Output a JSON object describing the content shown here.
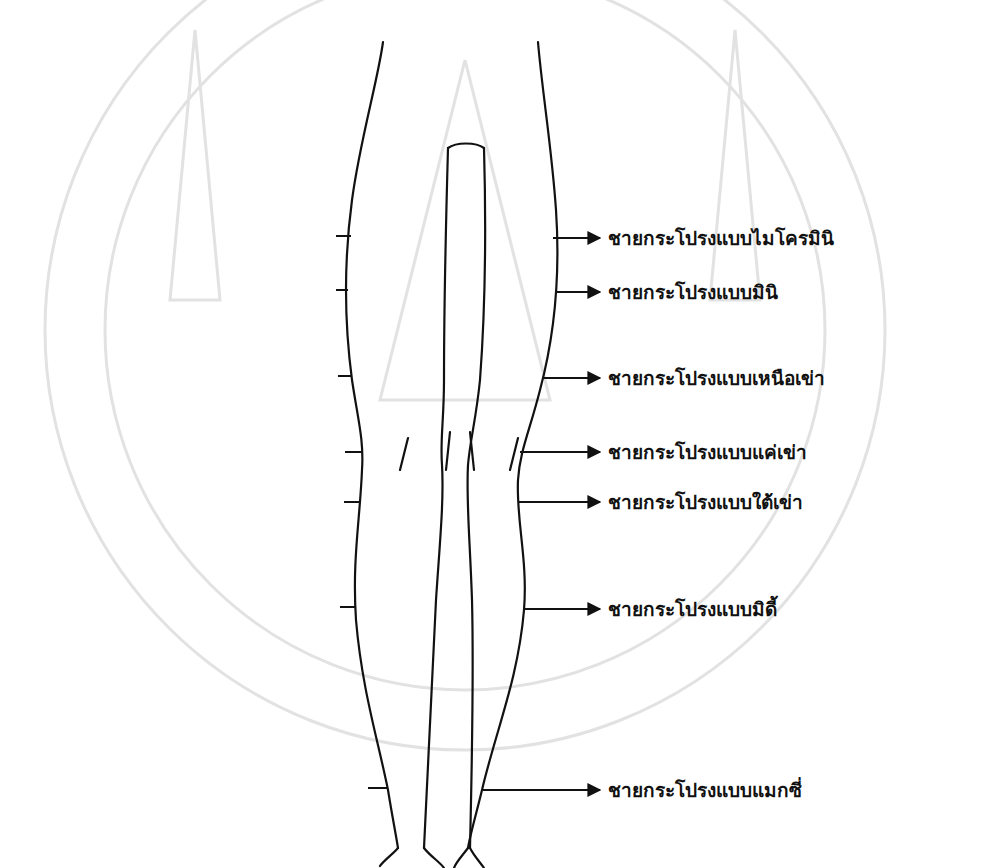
{
  "diagram": {
    "labels": [
      "ชายกระโปรงแบบไมโครมินิ",
      "ชายกระโปรงแบบมินิ",
      "ชายกระโปรงแบบเหนือเข่า",
      "ชายกระโปรงแบบแค่เข่า",
      "ชายกระโปรงแบบใต้เข่า",
      "ชายกระโปรงแบบมิดี้",
      "ชายกระโปรงแบบแมกซี่"
    ]
  }
}
